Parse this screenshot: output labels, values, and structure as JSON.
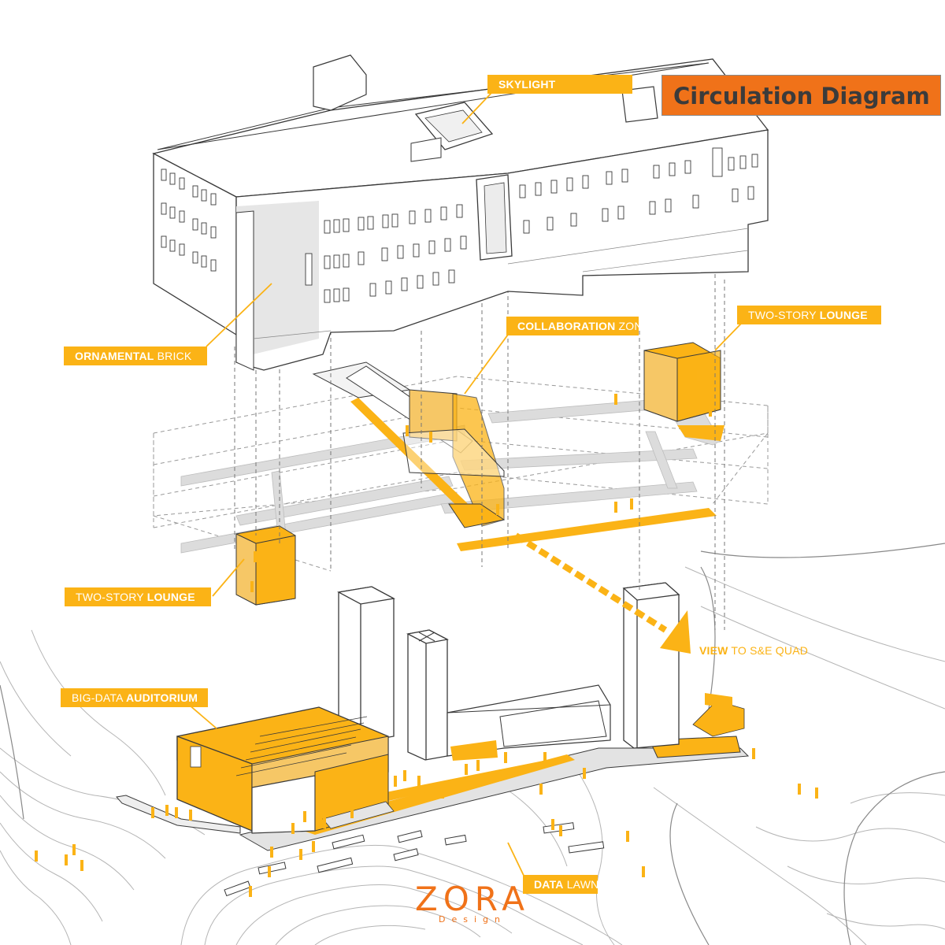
{
  "title": "Circulation Diagram",
  "colors": {
    "accent": "#fbb316",
    "light_accent": "#f6c766",
    "title_box": "#f07219",
    "title_text": "#3b3b3b",
    "line": "#3a3a3a",
    "gray_path": "#dddddd"
  },
  "labels": {
    "skylight": {
      "bold": "SKYLIGHT",
      "rest": ""
    },
    "ornamental": {
      "bold": "ORNAMENTAL",
      "rest": " BRICK"
    },
    "collaboration": {
      "bold": "COLLABORATION",
      "rest": " ZONE"
    },
    "lounge_top": {
      "pre": "TWO-STORY ",
      "bold": "LOUNGE"
    },
    "lounge_left": {
      "pre": "TWO-STORY ",
      "bold": "LOUNGE"
    },
    "view": {
      "bold": "VIEW",
      "rest": " TO S&E QUAD"
    },
    "auditorium": {
      "pre": "BIG-DATA ",
      "bold": "AUDITORIUM"
    },
    "lawn": {
      "bold": "DATA",
      "rest": " LAWN"
    }
  },
  "logo": {
    "main": "ZORA",
    "sub": "Design"
  }
}
